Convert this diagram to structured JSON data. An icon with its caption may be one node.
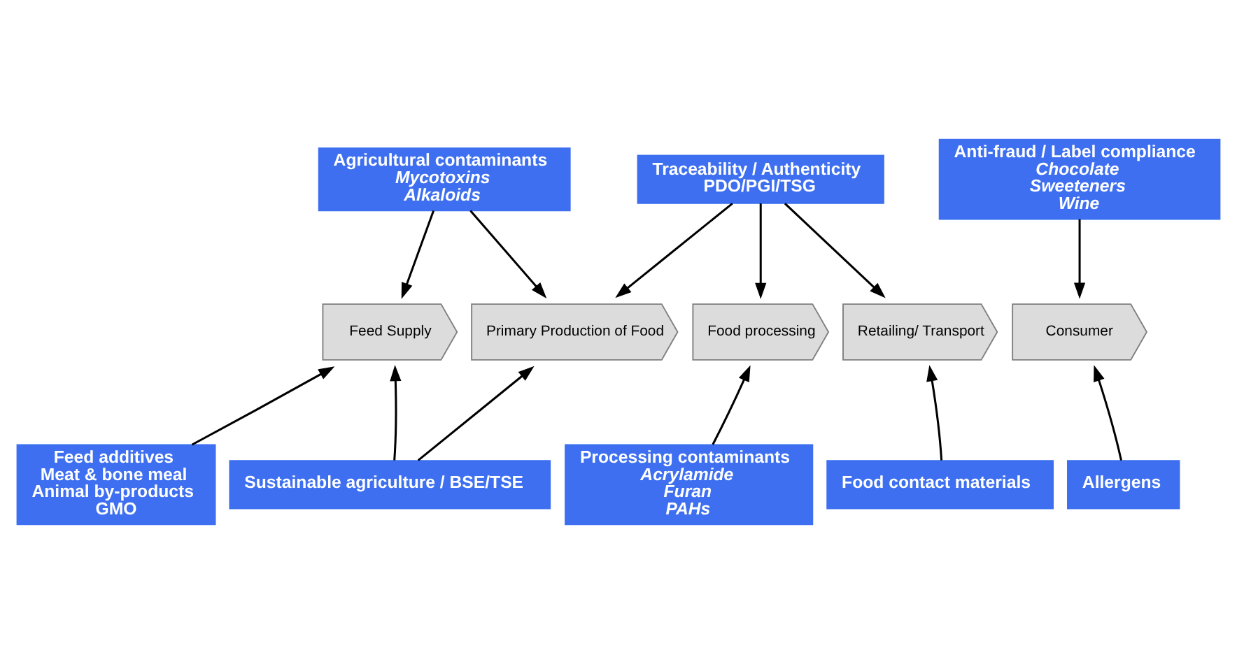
{
  "diagram": {
    "nodes": [
      {
        "text": [
          "Feed Supply"
        ]
      },
      {
        "text": [
          "Primary Production of Food"
        ]
      },
      {
        "text": [
          "Food processing"
        ]
      },
      {
        "text": [
          "Retailing/ Transport"
        ]
      },
      {
        "text": [
          "Consumer"
        ]
      },
      {
        "text": [
          "Agricultural contaminants",
          "Mycotoxins",
          "Alkaloids"
        ]
      },
      {
        "text": [
          "Traceability / Authenticity",
          "PDO/PGI/TSG"
        ]
      },
      {
        "text": [
          "Anti-fraud / Label compliance",
          "Chocolate",
          "Sweeteners",
          "Wine"
        ]
      },
      {
        "text": [
          "Feed additives",
          "Meat & bone meal",
          "Animal by-products",
          "GMO"
        ]
      },
      {
        "text": [
          "Allergens"
        ]
      },
      {
        "text": [
          "Sustainable agriculture / BSE/TSE"
        ]
      },
      {
        "text": [
          "Processing contaminants",
          "Acrylamide",
          "Furan",
          "PAHs"
        ]
      },
      {
        "text": [
          "Food contact materials"
        ]
      }
    ],
    "edges": [
      {
        "from": 5,
        "to": 0,
        "arrow": "to"
      },
      {
        "from": 5,
        "to": 1,
        "arrow": "to"
      },
      {
        "from": 6,
        "to": 1,
        "arrow": "to"
      },
      {
        "from": 6,
        "to": 2,
        "arrow": "to"
      },
      {
        "from": 6,
        "to": 3,
        "arrow": "to"
      },
      {
        "from": 7,
        "to": 4,
        "arrow": "to"
      },
      {
        "from": 8,
        "to": 0,
        "arrow": "to"
      },
      {
        "from": 9,
        "to": 4,
        "arrow": "to"
      },
      {
        "from": 10,
        "to": 0,
        "arrow": "to"
      },
      {
        "from": 10,
        "to": 1,
        "arrow": "to"
      },
      {
        "from": 11,
        "to": 2,
        "arrow": "to"
      },
      {
        "from": 12,
        "to": 3,
        "arrow": "to"
      }
    ]
  }
}
